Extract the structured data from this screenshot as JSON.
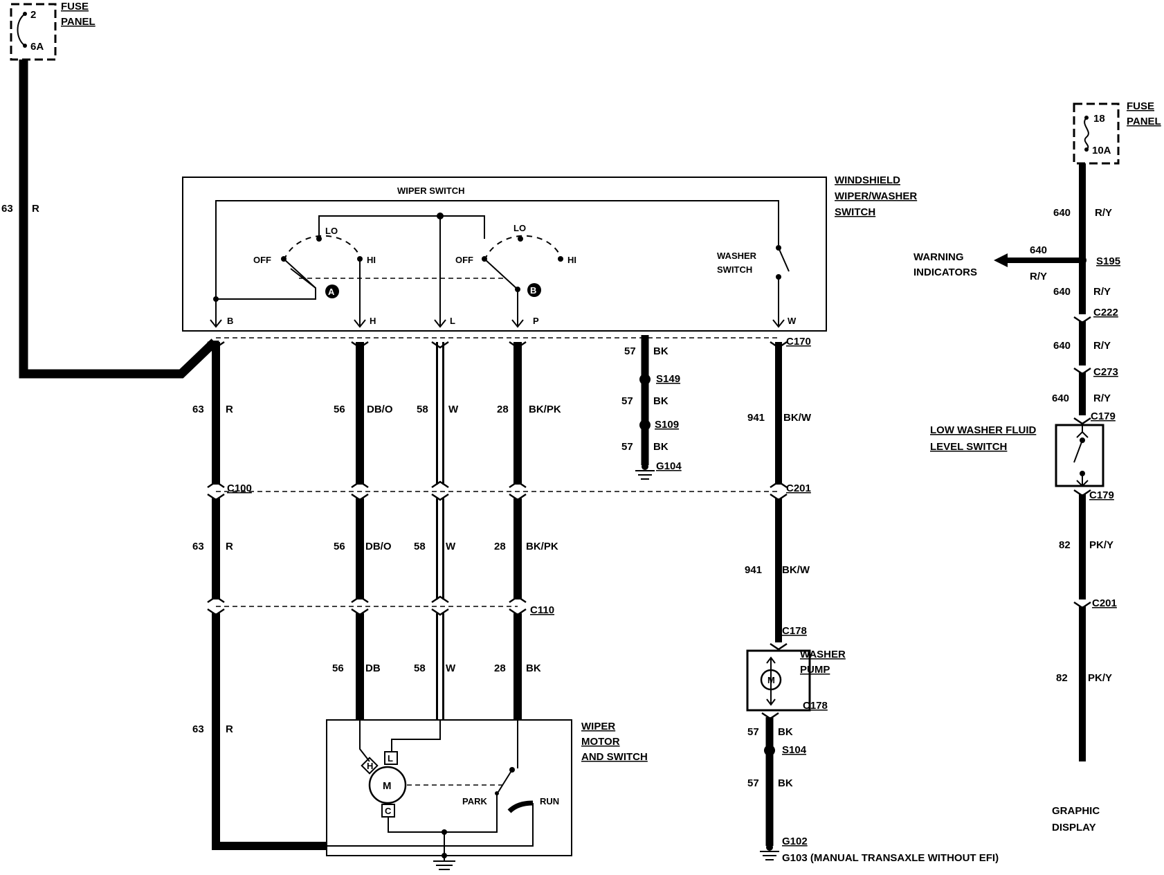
{
  "fuse_left": {
    "number": "2",
    "rating": "6A",
    "label_line1": "FUSE",
    "label_line2": "PANEL"
  },
  "fuse_right": {
    "number": "18",
    "rating": "10A",
    "label_line1": "FUSE",
    "label_line2": "PANEL"
  },
  "wire_63_top": {
    "circuit": "63",
    "color": "R"
  },
  "switch_box": {
    "title": "WIPER SWITCH",
    "name_line1": "WINDSHIELD",
    "name_line2": "WIPER/WASHER",
    "name_line3": "SWITCH",
    "sw_a": {
      "lo": "LO",
      "off": "OFF",
      "hi": "HI",
      "tag": "A"
    },
    "sw_b": {
      "lo": "LO",
      "off": "OFF",
      "hi": "HI",
      "tag": "B"
    },
    "washer_line1": "WASHER",
    "washer_line2": "SWITCH",
    "terminals": [
      "B",
      "H",
      "L",
      "P",
      "W"
    ]
  },
  "connectors": {
    "c170": "C170",
    "c100": "C100",
    "c201": "C201",
    "c110": "C110",
    "c178_top": "C178",
    "c178_bot": "C178",
    "c222": "C222",
    "c273": "C273",
    "c179_top": "C179",
    "c179_bot": "C179",
    "c201_right": "C201"
  },
  "wires": [
    {
      "circuit": "63",
      "color": "R"
    },
    {
      "circuit": "56",
      "color": "DB/O"
    },
    {
      "circuit": "58",
      "color": "W"
    },
    {
      "circuit": "28",
      "color": "BK/PK"
    },
    {
      "circuit": "63",
      "color": "R"
    },
    {
      "circuit": "56",
      "color": "DB/O"
    },
    {
      "circuit": "58",
      "color": "W"
    },
    {
      "circuit": "28",
      "color": "BK/PK"
    },
    {
      "circuit": "56",
      "color": "DB"
    },
    {
      "circuit": "58",
      "color": "W"
    },
    {
      "circuit": "28",
      "color": "BK"
    },
    {
      "circuit": "63",
      "color": "R"
    },
    {
      "circuit": "941",
      "color": "BK/W"
    },
    {
      "circuit": "941",
      "color": "BK/W"
    },
    {
      "circuit": "57",
      "color": "BK"
    },
    {
      "circuit": "57",
      "color": "BK"
    }
  ],
  "ground_chain": {
    "w1": {
      "circuit": "57",
      "color": "BK"
    },
    "s149": "S149",
    "w2": {
      "circuit": "57",
      "color": "BK"
    },
    "s109": "S109",
    "w3": {
      "circuit": "57",
      "color": "BK"
    },
    "g104": "G104"
  },
  "washer_pump": {
    "line1": "WASHER",
    "line2": "PUMP",
    "motor": "M",
    "splice": "S104",
    "g102": "G102",
    "g103": "G103 (MANUAL TRANSAXLE WITHOUT EFI)"
  },
  "wiper_motor": {
    "line1": "WIPER",
    "line2": "MOTOR",
    "line3": "AND SWITCH",
    "motor": "M",
    "h": "H",
    "l": "L",
    "c": "C",
    "park": "PARK",
    "run": "RUN"
  },
  "right_column": {
    "w640_1": {
      "circuit": "640",
      "color": "R/Y"
    },
    "s195": "S195",
    "warning_line1": "WARNING",
    "warning_line2": "INDICATORS",
    "warn_wire": {
      "circuit": "640",
      "color": "R/Y"
    },
    "w640_2": {
      "circuit": "640",
      "color": "R/Y"
    },
    "w640_3": {
      "circuit": "640",
      "color": "R/Y"
    },
    "w640_4": {
      "circuit": "640",
      "color": "R/Y"
    },
    "low_washer_line1": "LOW WASHER FLUID",
    "low_washer_line2": "LEVEL SWITCH",
    "w82_1": {
      "circuit": "82",
      "color": "PK/Y"
    },
    "w82_2": {
      "circuit": "82",
      "color": "PK/Y"
    }
  },
  "footer_line1": "GRAPHIC",
  "footer_line2": "DISPLAY"
}
